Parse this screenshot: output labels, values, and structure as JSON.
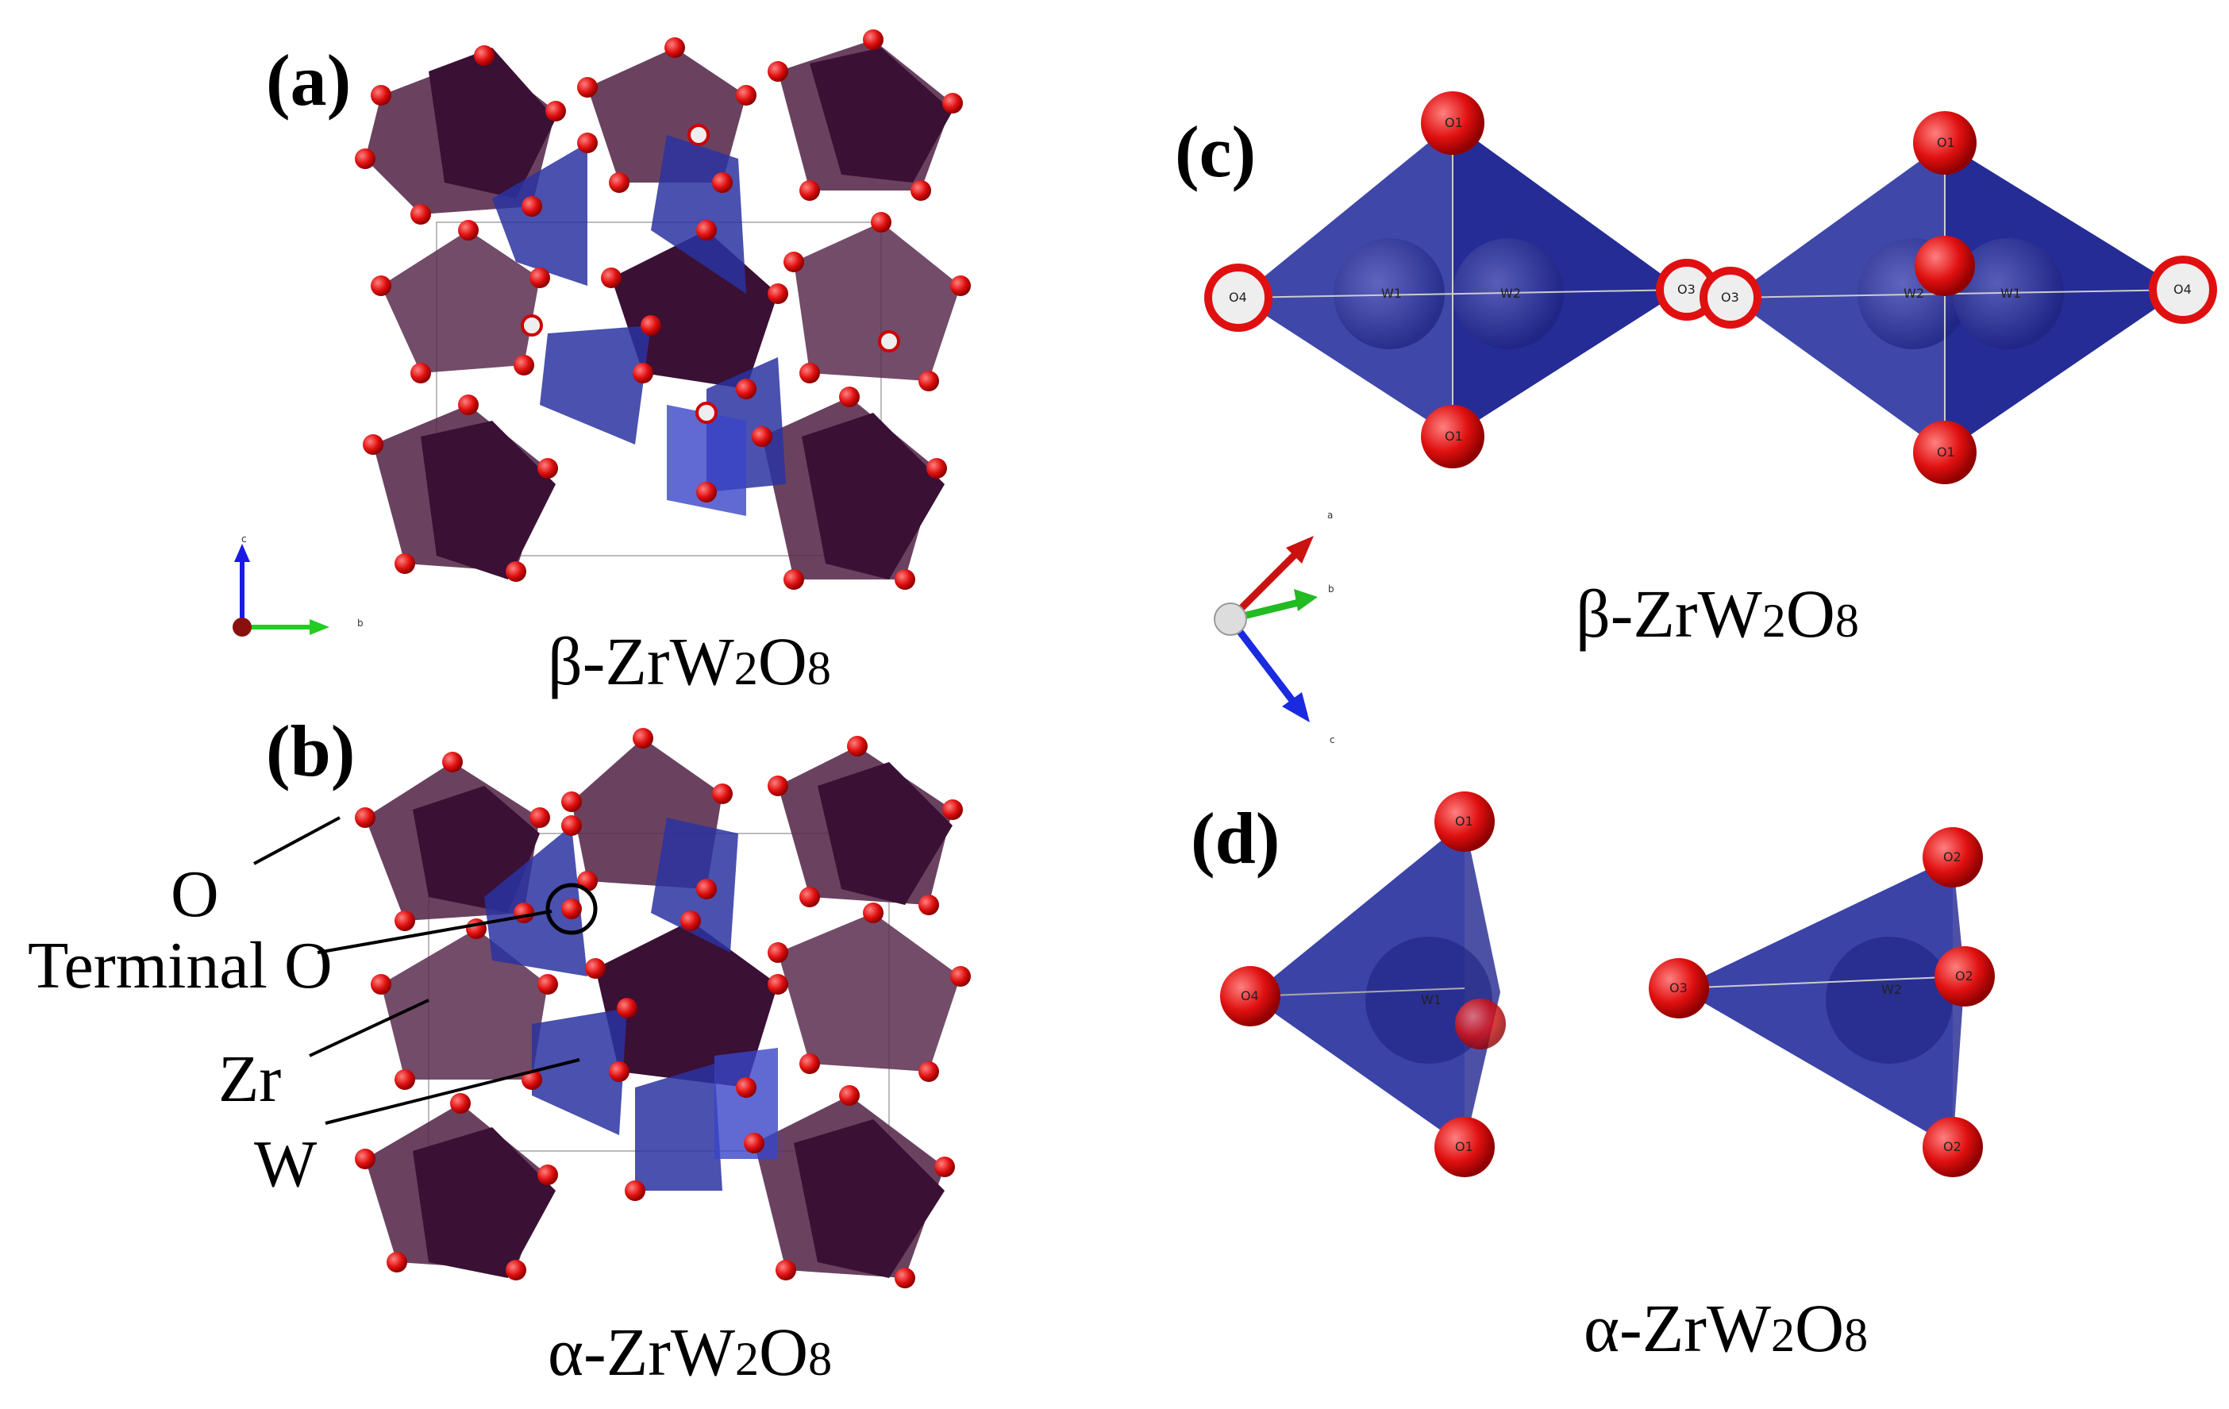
{
  "panels": {
    "a": {
      "label": "(a)",
      "caption_pre": "β-ZrW",
      "caption_sub1": "2",
      "caption_mid": "O",
      "caption_sub2": "8",
      "axes": {
        "c": "c",
        "b": "b"
      }
    },
    "b": {
      "label": "(b)",
      "caption_pre": "α-ZrW",
      "caption_sub1": "2",
      "caption_mid": "O",
      "caption_sub2": "8",
      "annotations": {
        "o": "O",
        "terminal_o": "Terminal O",
        "zr": "Zr",
        "w": "W"
      }
    },
    "c": {
      "label": "(c)",
      "caption_pre": "β-ZrW",
      "caption_sub1": "2",
      "caption_mid": "O",
      "caption_sub2": "8",
      "axes": {
        "a": "a",
        "b": "b",
        "c": "c"
      },
      "atoms": [
        "O1",
        "O4",
        "W1",
        "W2",
        "O3",
        "O3",
        "W2",
        "W1",
        "O1",
        "O4",
        "O1",
        "O1"
      ]
    },
    "d": {
      "label": "(d)",
      "caption_pre": "α-ZrW",
      "caption_sub1": "2",
      "caption_mid": "O",
      "caption_sub2": "8",
      "atoms": [
        "O1",
        "O4",
        "W1",
        "O1",
        "O2",
        "O3",
        "W2",
        "O2",
        "O2"
      ]
    }
  },
  "colors": {
    "zr_polyhedron": "#5a2d4f",
    "zr_dark": "#3a1035",
    "w_polyhedron": "#2a33a0",
    "oxygen": "#e01010",
    "background": "#ffffff"
  }
}
